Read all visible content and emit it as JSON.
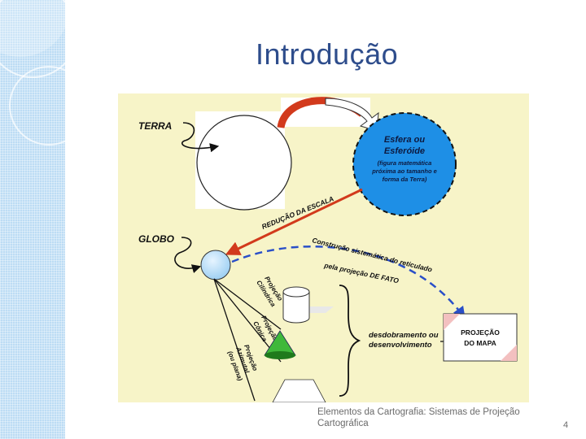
{
  "slide": {
    "title": "Introdução",
    "footer_line1": "Elementos da Cartografia: Sistemas de Projeção",
    "footer_line2": "Cartográfica",
    "page_number": "4"
  },
  "diagram": {
    "terra": "TERRA",
    "globo": "GLOBO",
    "esfera_line1": "Esfera ou",
    "esfera_line2": "Esferóide",
    "esfera_sub1": "(figura matemática",
    "esfera_sub2": "próxima ao tamanho e",
    "esfera_sub3": "forma da Terra)",
    "reducao": "REDUÇÃO DA ESCALA",
    "construcao": "Construção sistemática do reticulado",
    "pela_projecao": "pela projeção DE FATO",
    "proj_cilindrica_1": "Projeção",
    "proj_cilindrica_2": "Cilíndrica",
    "proj_conica_1": "Projeção",
    "proj_conica_2": "Cônica",
    "proj_azimutal_1": "Projeção",
    "proj_azimutal_2": "Azimutal",
    "proj_azimutal_3": "(ou plana)",
    "desdobramento_1": "desdobramento ou",
    "desdobramento_2": "desenvolvimento",
    "mapa_1": "PROJEÇÃO",
    "mapa_2": "DO MAPA"
  },
  "colors": {
    "title": "#2e4d8c",
    "diagram_bg": "#f7f4c8",
    "globe_blue": "#1e8fe6",
    "arrow_red": "#d23a1c",
    "dashed_blue": "#2a4fc8",
    "cone_green": "#3fb83a"
  }
}
